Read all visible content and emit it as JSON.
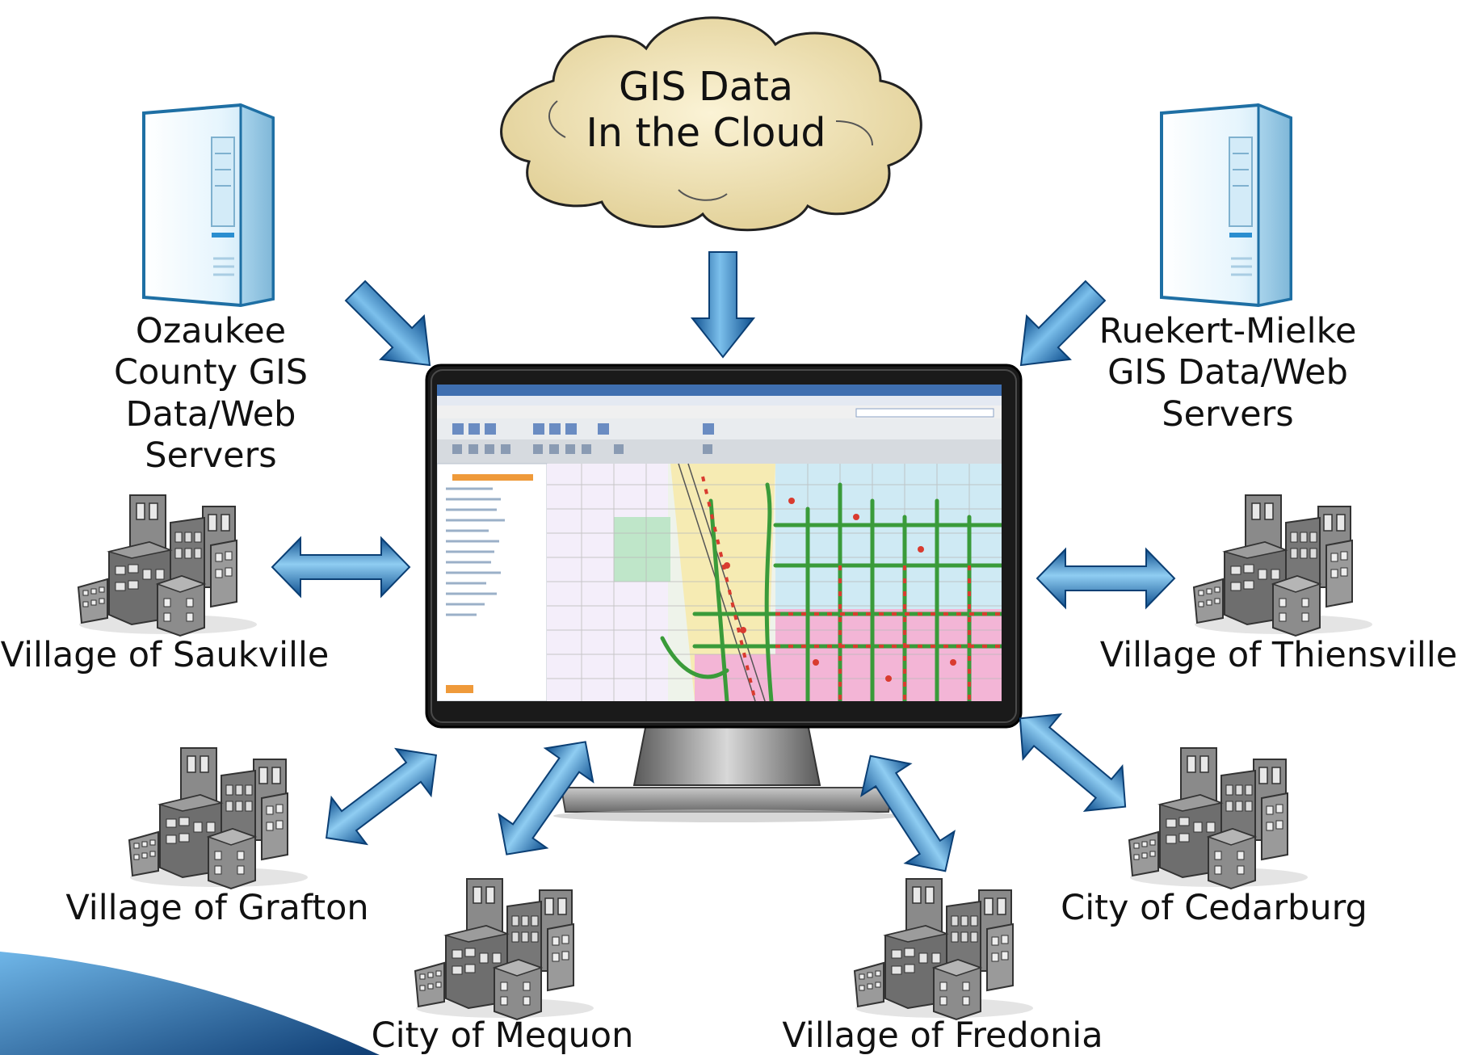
{
  "cloud": {
    "line1": "GIS Data",
    "line2": "In the Cloud"
  },
  "servers": {
    "left": {
      "lines": [
        "Ozaukee",
        "County GIS",
        "Data/Web",
        "Servers"
      ]
    },
    "right": {
      "lines": [
        "Ruekert-Mielke",
        "GIS Data/Web",
        "Servers"
      ]
    }
  },
  "municipalities": {
    "saukville": "Village of Saukville",
    "thiensville": "Village of Thiensville",
    "grafton": "Village of Grafton",
    "cedarburg": "City of Cedarburg",
    "mequon": "City of Mequon",
    "fredonia": "Village of Fredonia"
  },
  "icons": {
    "server": "server-tower-icon",
    "city": "city-buildings-icon",
    "cloud": "cloud-icon",
    "monitor": "computer-monitor-icon"
  },
  "colors": {
    "arrow": "#1f72b8",
    "arrow_light": "#7cc0ec",
    "cloud_fill": "#efe0b0",
    "server_fill": "#dff1fb",
    "building": "#7d7d7d",
    "map_pink": "#f2b2d6",
    "map_green": "#3a9b3a",
    "map_red": "#d93b2f"
  }
}
